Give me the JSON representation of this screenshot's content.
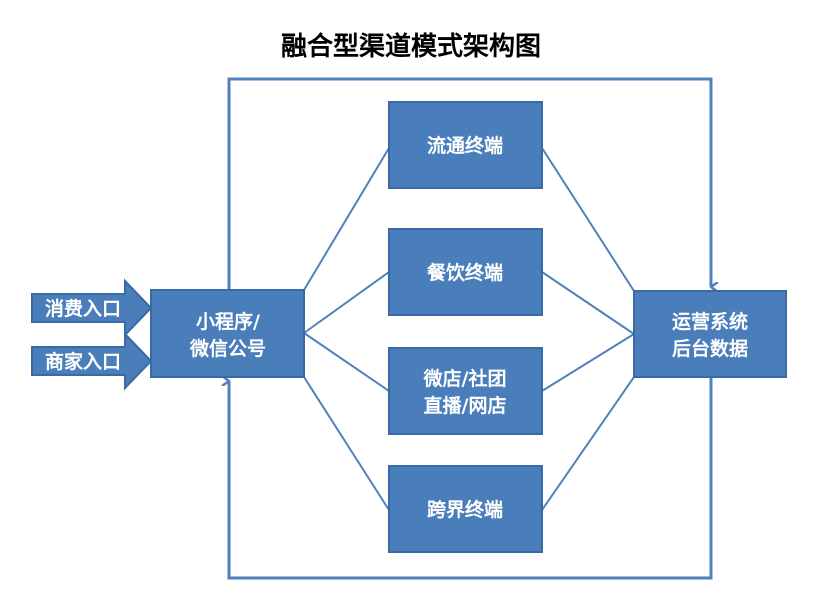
{
  "title": "融合型渠道模式架构图",
  "entries": [
    "消费入口",
    "商家入口"
  ],
  "hub": {
    "line1": "小程序/",
    "line2": "微信公号"
  },
  "terminals": [
    {
      "line1": "流通终端",
      "line2": ""
    },
    {
      "line1": "餐饮终端",
      "line2": ""
    },
    {
      "line1": "微店/社团",
      "line2": "直播/网店"
    },
    {
      "line1": "跨界终端",
      "line2": ""
    }
  ],
  "backend": {
    "line1": "运营系统",
    "line2": "后台数据"
  },
  "colors": {
    "box": "#4a7ebb",
    "line": "#4f81bd"
  }
}
